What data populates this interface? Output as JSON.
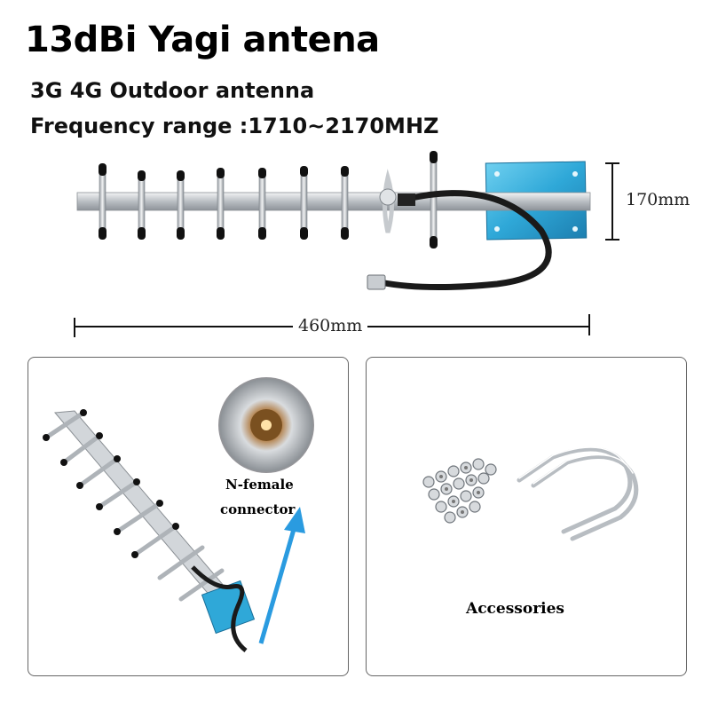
{
  "title": "13dBi Yagi antena",
  "subtitle_1": "3G 4G Outdoor antenna",
  "subtitle_2": "Frequency range :1710~2170MHZ",
  "dimension_height": "170mm",
  "dimension_length": "460mm",
  "left_panel": {
    "label_line1": "N-female",
    "label_line2": "connector"
  },
  "right_panel": {
    "label": "Accessories"
  },
  "colors": {
    "bracket": "#2fa8d8",
    "arrow": "#2a9be0",
    "cable": "#1a1a1a",
    "metal": "#c8ccd0"
  }
}
